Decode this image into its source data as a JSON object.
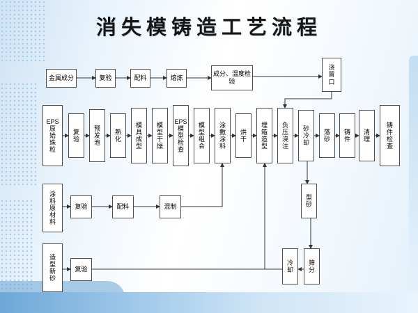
{
  "slide": {
    "title": "消失模铸造工艺流程"
  },
  "colors": {
    "slide_background_blue": "#cfe3f5",
    "bottom_band_blue": "#6ea8d8",
    "box_border": "#4d4d4d",
    "connector_line": "#333333",
    "title_text": "#161616"
  },
  "flowchart": {
    "nodes": [
      {
        "id": "metal",
        "label": "金属成分"
      },
      {
        "id": "fuyan1",
        "label": "复验"
      },
      {
        "id": "peiliao1",
        "label": "配料"
      },
      {
        "id": "ronglian",
        "label": "熔炼"
      },
      {
        "id": "wenjian",
        "label": "成分、温度检验"
      },
      {
        "id": "jiaomaokou",
        "label": "浇冒口"
      },
      {
        "id": "epsbeads",
        "label": "EPS原始珠粒"
      },
      {
        "id": "fuyan2",
        "label": "复验"
      },
      {
        "id": "yufapao",
        "label": "预发泡"
      },
      {
        "id": "shuhua",
        "label": "熟化"
      },
      {
        "id": "moju",
        "label": "模具成型"
      },
      {
        "id": "ganzao",
        "label": "模型干燥"
      },
      {
        "id": "epscheck",
        "label": "EPS模型检查"
      },
      {
        "id": "zuhe",
        "label": "模型组合"
      },
      {
        "id": "tufu",
        "label": "涂敷涂料"
      },
      {
        "id": "honggan",
        "label": "烘干"
      },
      {
        "id": "maixiang",
        "label": "埋箱造型"
      },
      {
        "id": "fuya",
        "label": "负压浇注"
      },
      {
        "id": "shaleng",
        "label": "砂冷却"
      },
      {
        "id": "luosha",
        "label": "落砂"
      },
      {
        "id": "zhujian",
        "label": "铸件"
      },
      {
        "id": "qingli",
        "label": "清理"
      },
      {
        "id": "jiancha",
        "label": "铸件检查"
      },
      {
        "id": "tuliaoraw",
        "label": "涂料原材料"
      },
      {
        "id": "fuyan3",
        "label": "复验"
      },
      {
        "id": "peiliao2",
        "label": "配料"
      },
      {
        "id": "hunzhi",
        "label": "混制"
      },
      {
        "id": "xingsha",
        "label": "型砂"
      },
      {
        "id": "xinsha",
        "label": "造型新砂"
      },
      {
        "id": "fuyan4",
        "label": "复验"
      },
      {
        "id": "lengque",
        "label": "冷却"
      },
      {
        "id": "shaifen",
        "label": "筛分"
      }
    ]
  }
}
